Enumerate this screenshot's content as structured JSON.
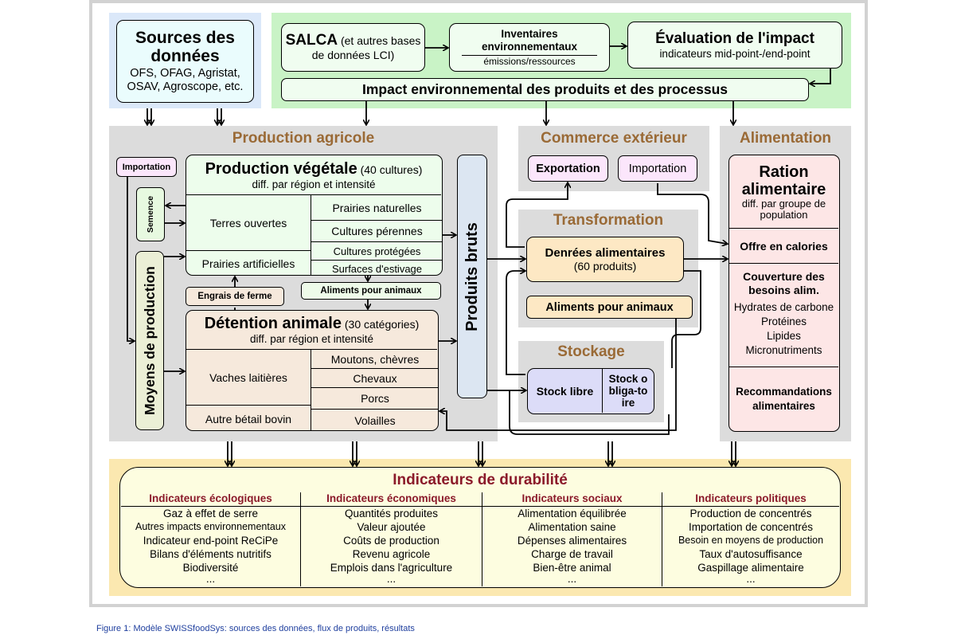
{
  "sources": {
    "title": "Sources des données",
    "detail": "OFS, OFAG, Agristat, OSAV, Agroscope, etc."
  },
  "salca": {
    "title": "SALCA",
    "subtitle": "(et autres bases de données LCI)"
  },
  "inventaires": {
    "title": "Inventaires environnementaux",
    "subtitle": "émissions/ressources"
  },
  "evaluation": {
    "title": "Évaluation de l'impact",
    "subtitle": "indicateurs mid-point-/end-point"
  },
  "impact": {
    "label": "Impact environnemental des produits et des processus"
  },
  "production": {
    "title": "Production agricole",
    "importation": "Importation",
    "semence": "Semence",
    "moyens": "Moyens de production",
    "vegetale": {
      "title": "Production végétale",
      "count": "(40 cultures)",
      "subtitle": "diff. par région et intensité",
      "left": [
        "Terres ouvertes",
        "Prairies artificielles"
      ],
      "right": [
        "Prairies  naturelles",
        "Cultures pérennes",
        "Cultures protégées",
        "Surfaces d'estivage"
      ]
    },
    "engrais": "Engrais de ferme",
    "aliments": "Aliments pour animaux",
    "animale": {
      "title": "Détention animale",
      "count": "(30 catégories)",
      "subtitle": "diff. par région et intensité",
      "left": [
        "Vaches laitières",
        "Autre bétail bovin"
      ],
      "right": [
        "Moutons, chèvres",
        "Chevaux",
        "Porcs",
        "Volailles"
      ]
    },
    "produits_bruts": "Produits bruts"
  },
  "commerce": {
    "title": "Commerce extérieur",
    "exportation": "Exportation",
    "importation": "Importation"
  },
  "transformation": {
    "title": "Transformation",
    "denrees": "Denrées alimentaires",
    "denrees_count": "(60 produits)",
    "aliments": "Aliments pour animaux"
  },
  "stockage": {
    "title": "Stockage",
    "libre": "Stock libre",
    "obligatoire": "Stock obliga-toire"
  },
  "alimentation": {
    "title": "Alimentation",
    "ration": "Ration alimentaire",
    "ration_sub": "diff. par groupe de population",
    "offre": "Offre en calories",
    "couverture": "Couverture des besoins alim.",
    "nutriments": [
      "Hydrates de carbone",
      "Protéines",
      "Lipides",
      "Micronutriments"
    ],
    "recommandations": "Recommandations alimentaires"
  },
  "indicateurs": {
    "title": "Indicateurs de durabilité",
    "columns": [
      {
        "head": "Indicateurs écologiques",
        "items": [
          "Gaz à effet de serre",
          "Autres impacts environnementaux",
          "Indicateur end-point ReCiPe",
          "Bilans d'éléments nutritifs",
          "Biodiversité",
          "..."
        ]
      },
      {
        "head": "Indicateurs économiques",
        "items": [
          "Quantités produites",
          "Valeur ajoutée",
          "Coûts de production",
          "Revenu agricole",
          "Emplois dans l'agriculture",
          "..."
        ]
      },
      {
        "head": "Indicateurs sociaux",
        "items": [
          "Alimentation équilibrée",
          "Alimentation saine",
          "Dépenses alimentaires",
          "Charge de travail",
          "Bien-être animal",
          "..."
        ]
      },
      {
        "head": "Indicateurs politiques",
        "items": [
          "Production de concentrés",
          "Importation de concentrés",
          "Besoin en moyens de production",
          "Taux d'autosuffisance",
          "Gaspillage alimentaire",
          "..."
        ]
      }
    ]
  },
  "caption": "Figure 1: Modèle SWISSfoodSys: sources des données, flux de produits, résultats",
  "colors": {
    "sources_bg": "#dbe8f9",
    "top_bg": "#c9f3c6",
    "gray_bg": "#dcdcdc",
    "heading_brown": "#9a6a36",
    "indicator_red": "#8b1a2a",
    "caption_blue": "#1f3f9e"
  }
}
